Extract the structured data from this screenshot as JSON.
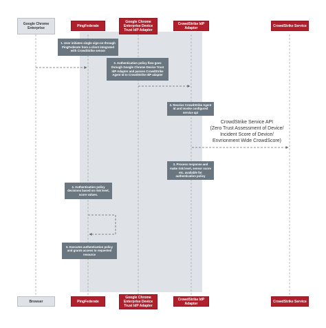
{
  "actors": {
    "browser_top": "Google Chrome Enterprise",
    "browser_bottom": "Browser",
    "pingfederate": "PingFederate",
    "chrome_adapter": "Google Chrome Enterprise Device Trust IdP Adapter",
    "cs_idp_adapter": "CrowdStrike IdP Adapter",
    "cs_service": "CrowdStrike Service"
  },
  "steps": {
    "s1": "1. User initiates single sign-on through PingFederate from a client integrated with CrowdStrike sensor",
    "s2": "2. Authentication policy flow goes through Google Chrome Device Trust IdP Adapter and passes CrowdStrike Agent Id to CrowdStrike IdP adapter",
    "s3": "3. Receive CrowdStrike Agent Id and invoke configured service api",
    "s3b": "3. Process response and make risk level, sensor score etc. available for authentication policy",
    "s4": "4. Authentication policy decisions based on risk level, score values.",
    "s5": "5. Executes authentication policy and grants access to requested resource"
  },
  "api_note": [
    "CrowdStrike Service API",
    "(Zero Trust Assessment of Device/",
    "Incident Score of Device/",
    "Envrionment Wide CrowdScore)"
  ],
  "colors": {
    "actor_gray": "#dfe3e7",
    "actor_red": "#b0202c",
    "step_box": "#6b7780",
    "activation_bar": "#dfe3e7"
  }
}
